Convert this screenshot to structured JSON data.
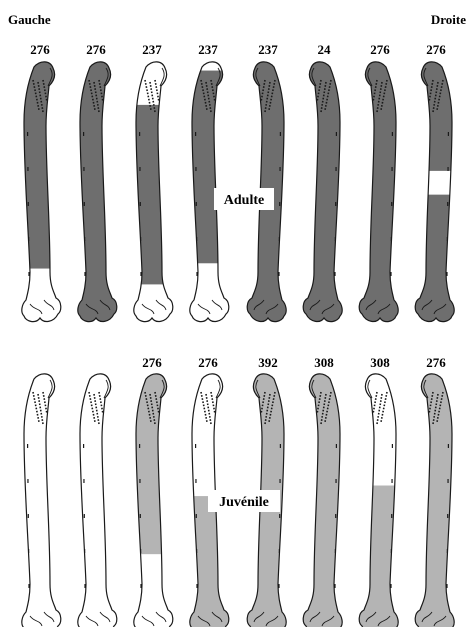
{
  "side_labels": {
    "left": "Gauche",
    "right": "Droite"
  },
  "row_labels": {
    "adult": "Adulte",
    "juvenile": "Juvénile"
  },
  "colors": {
    "adult_fill": "#6e6e6e",
    "juvenile_fill": "#b4b4b4",
    "outline": "#1a1a1a",
    "blank": "#ffffff"
  },
  "adult_row": {
    "bones": [
      {
        "count": "276",
        "orientation": "left",
        "coverage": [
          0.0,
          0.79
        ]
      },
      {
        "count": "276",
        "orientation": "left",
        "coverage": [
          0.0,
          1.0
        ]
      },
      {
        "count": "237",
        "orientation": "left",
        "coverage": [
          0.17,
          0.85
        ]
      },
      {
        "count": "237",
        "orientation": "left",
        "coverage": [
          0.04,
          0.77
        ]
      },
      {
        "count": "237",
        "orientation": "right",
        "coverage": [
          0.0,
          1.0
        ]
      },
      {
        "count": "24",
        "orientation": "right",
        "coverage": [
          0.0,
          1.0
        ]
      },
      {
        "count": "276",
        "orientation": "right",
        "coverage": [
          0.0,
          1.0
        ]
      },
      {
        "count": "276",
        "orientation": "right",
        "coverage": [
          0.0,
          0.42
        ],
        "coverage2": [
          0.51,
          1.0
        ]
      }
    ]
  },
  "juvenile_row": {
    "bones": [
      {
        "count": "",
        "orientation": "left",
        "coverage": [
          0.0,
          0.0
        ]
      },
      {
        "count": "",
        "orientation": "left",
        "coverage": [
          0.0,
          0.0
        ]
      },
      {
        "count": "276",
        "orientation": "left",
        "coverage": [
          0.0,
          0.69
        ]
      },
      {
        "count": "276",
        "orientation": "left",
        "coverage": [
          0.47,
          1.0
        ]
      },
      {
        "count": "392",
        "orientation": "right",
        "coverage": [
          0.0,
          1.0
        ]
      },
      {
        "count": "308",
        "orientation": "right",
        "coverage": [
          0.0,
          1.0
        ]
      },
      {
        "count": "308",
        "orientation": "right",
        "coverage": [
          0.43,
          1.0
        ]
      },
      {
        "count": "276",
        "orientation": "right",
        "coverage": [
          0.0,
          1.0
        ]
      }
    ]
  }
}
